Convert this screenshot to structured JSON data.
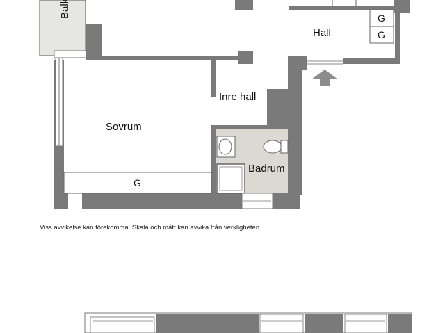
{
  "rooms": {
    "balkong": "Balk",
    "hall": "Hall",
    "inre_hall": "Inre hall",
    "sovrum": "Sovrum",
    "badrum": "Badrum"
  },
  "storage": {
    "hall_top": "G",
    "hall_bottom": "G",
    "sovrum": "G"
  },
  "disclaimer": "Viss avvikelse kan förekomma. Skala och mått kan avvika från verkligheten.",
  "colors": {
    "wall": "#7a7a7a",
    "bathroom_floor": "#dcd8d2",
    "balcony": "#e6e6e3",
    "arrow": "#8c8c8c"
  }
}
